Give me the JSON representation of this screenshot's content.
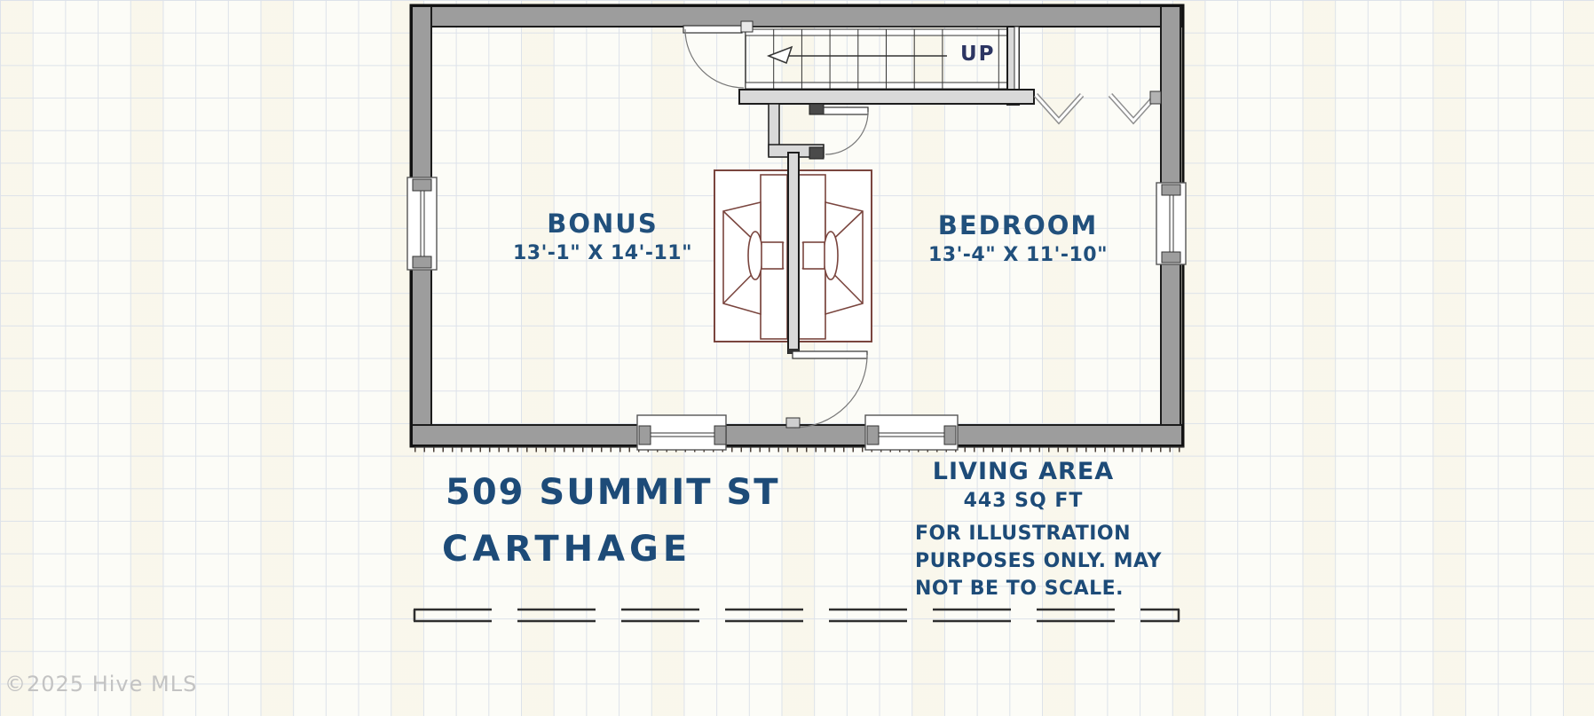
{
  "plan": {
    "stairs_label": "UP",
    "rooms": [
      {
        "name": "BONUS",
        "dimensions": "13'-1\" X 14'-11\""
      },
      {
        "name": "BEDROOM",
        "dimensions": "13'-4\" X 11'-10\""
      }
    ]
  },
  "caption": {
    "address_line1": "509 SUMMIT ST",
    "address_line2": "CARTHAGE",
    "living_area_label": "LIVING AREA",
    "living_area_value": "443 SQ FT",
    "disclaimer_line1": "FOR ILLUSTRATION",
    "disclaimer_line2": "PURPOSES ONLY. MAY",
    "disclaimer_line3": "NOT BE TO SCALE."
  },
  "watermark": "©2025 Hive MLS",
  "colors": {
    "label_navy": "#1d4b78",
    "up_navy": "#2c3562",
    "wall_gray": "#9d9d9d",
    "interior_wall_gray": "#d9d9d9",
    "furniture_maroon": "#7a453e"
  }
}
